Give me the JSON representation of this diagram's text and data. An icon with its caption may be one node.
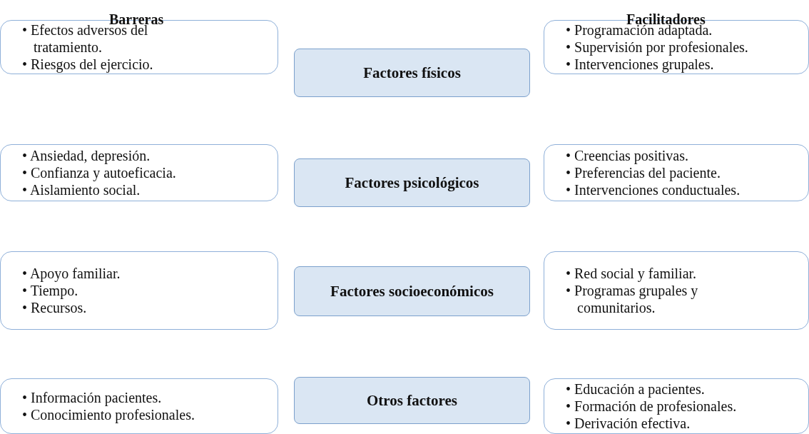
{
  "diagram": {
    "nodes": [
      {
        "text": [
          "• Efectos adversos del tratamiento.",
          "• Riesgos del ejercicio."
        ]
      },
      {
        "text": [
          "Factores físicos"
        ]
      },
      {
        "text": [
          "• Programación adaptada.",
          "• Supervisión por profesionales.",
          "• Intervenciones grupales."
        ]
      },
      {
        "text": [
          "• Ansiedad, depresión.",
          "• Confianza y autoeficacia.",
          "• Aislamiento social."
        ]
      },
      {
        "text": [
          "Factores psicológicos"
        ]
      },
      {
        "text": [
          "• Creencias positivas.",
          "• Preferencias del paciente.",
          "• Intervenciones conductuales."
        ]
      },
      {
        "text": [
          "• Apoyo familiar.",
          "• Tiempo.",
          "• Recursos."
        ]
      },
      {
        "text": [
          "Factores socioeconómicos"
        ]
      },
      {
        "text": [
          "• Red social y familiar.",
          "• Programas grupales y comunitarios."
        ]
      },
      {
        "text": [
          "• Información pacientes.",
          "• Conocimiento profesionales."
        ]
      },
      {
        "text": [
          "Otros factores"
        ]
      },
      {
        "text": [
          "• Educación a pacientes.",
          "• Formación de profesionales.",
          "• Derivación efectiva."
        ]
      }
    ],
    "edges": [],
    "labels": [
      "Barreras",
      "Facilitadores"
    ]
  }
}
